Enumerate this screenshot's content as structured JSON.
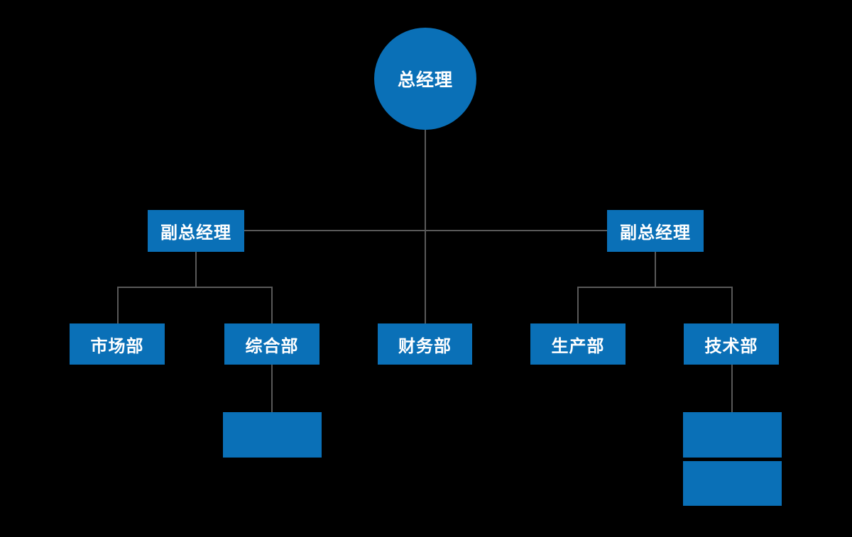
{
  "colors": {
    "background": "#000000",
    "node_fill": "#0a70b7",
    "node_text": "#ffffff",
    "connector": "#595959"
  },
  "org_chart": {
    "nodes": {
      "general_manager": {
        "label": "总经理",
        "shape": "circle"
      },
      "deputy_manager_left": {
        "label": "副总经理",
        "shape": "rect"
      },
      "deputy_manager_right": {
        "label": "副总经理",
        "shape": "rect"
      },
      "marketing_dept": {
        "label": "市场部",
        "shape": "rect"
      },
      "general_affairs_dept": {
        "label": "综合部",
        "shape": "rect"
      },
      "finance_dept": {
        "label": "财务部",
        "shape": "rect"
      },
      "production_dept": {
        "label": "生产部",
        "shape": "rect"
      },
      "technology_dept": {
        "label": "技术部",
        "shape": "rect"
      },
      "placeholder_under_general_affairs": {
        "label": "",
        "shape": "rect"
      },
      "placeholder_under_technology_1": {
        "label": "",
        "shape": "rect"
      },
      "placeholder_under_technology_2": {
        "label": "",
        "shape": "rect"
      }
    },
    "hierarchy": {
      "general_manager": [
        "deputy_manager_left",
        "finance_dept",
        "deputy_manager_right"
      ],
      "deputy_manager_left": [
        "marketing_dept",
        "general_affairs_dept"
      ],
      "deputy_manager_right": [
        "production_dept",
        "technology_dept"
      ],
      "general_affairs_dept": [
        "placeholder_under_general_affairs"
      ],
      "technology_dept": [
        "placeholder_under_technology_1",
        "placeholder_under_technology_2"
      ]
    }
  }
}
